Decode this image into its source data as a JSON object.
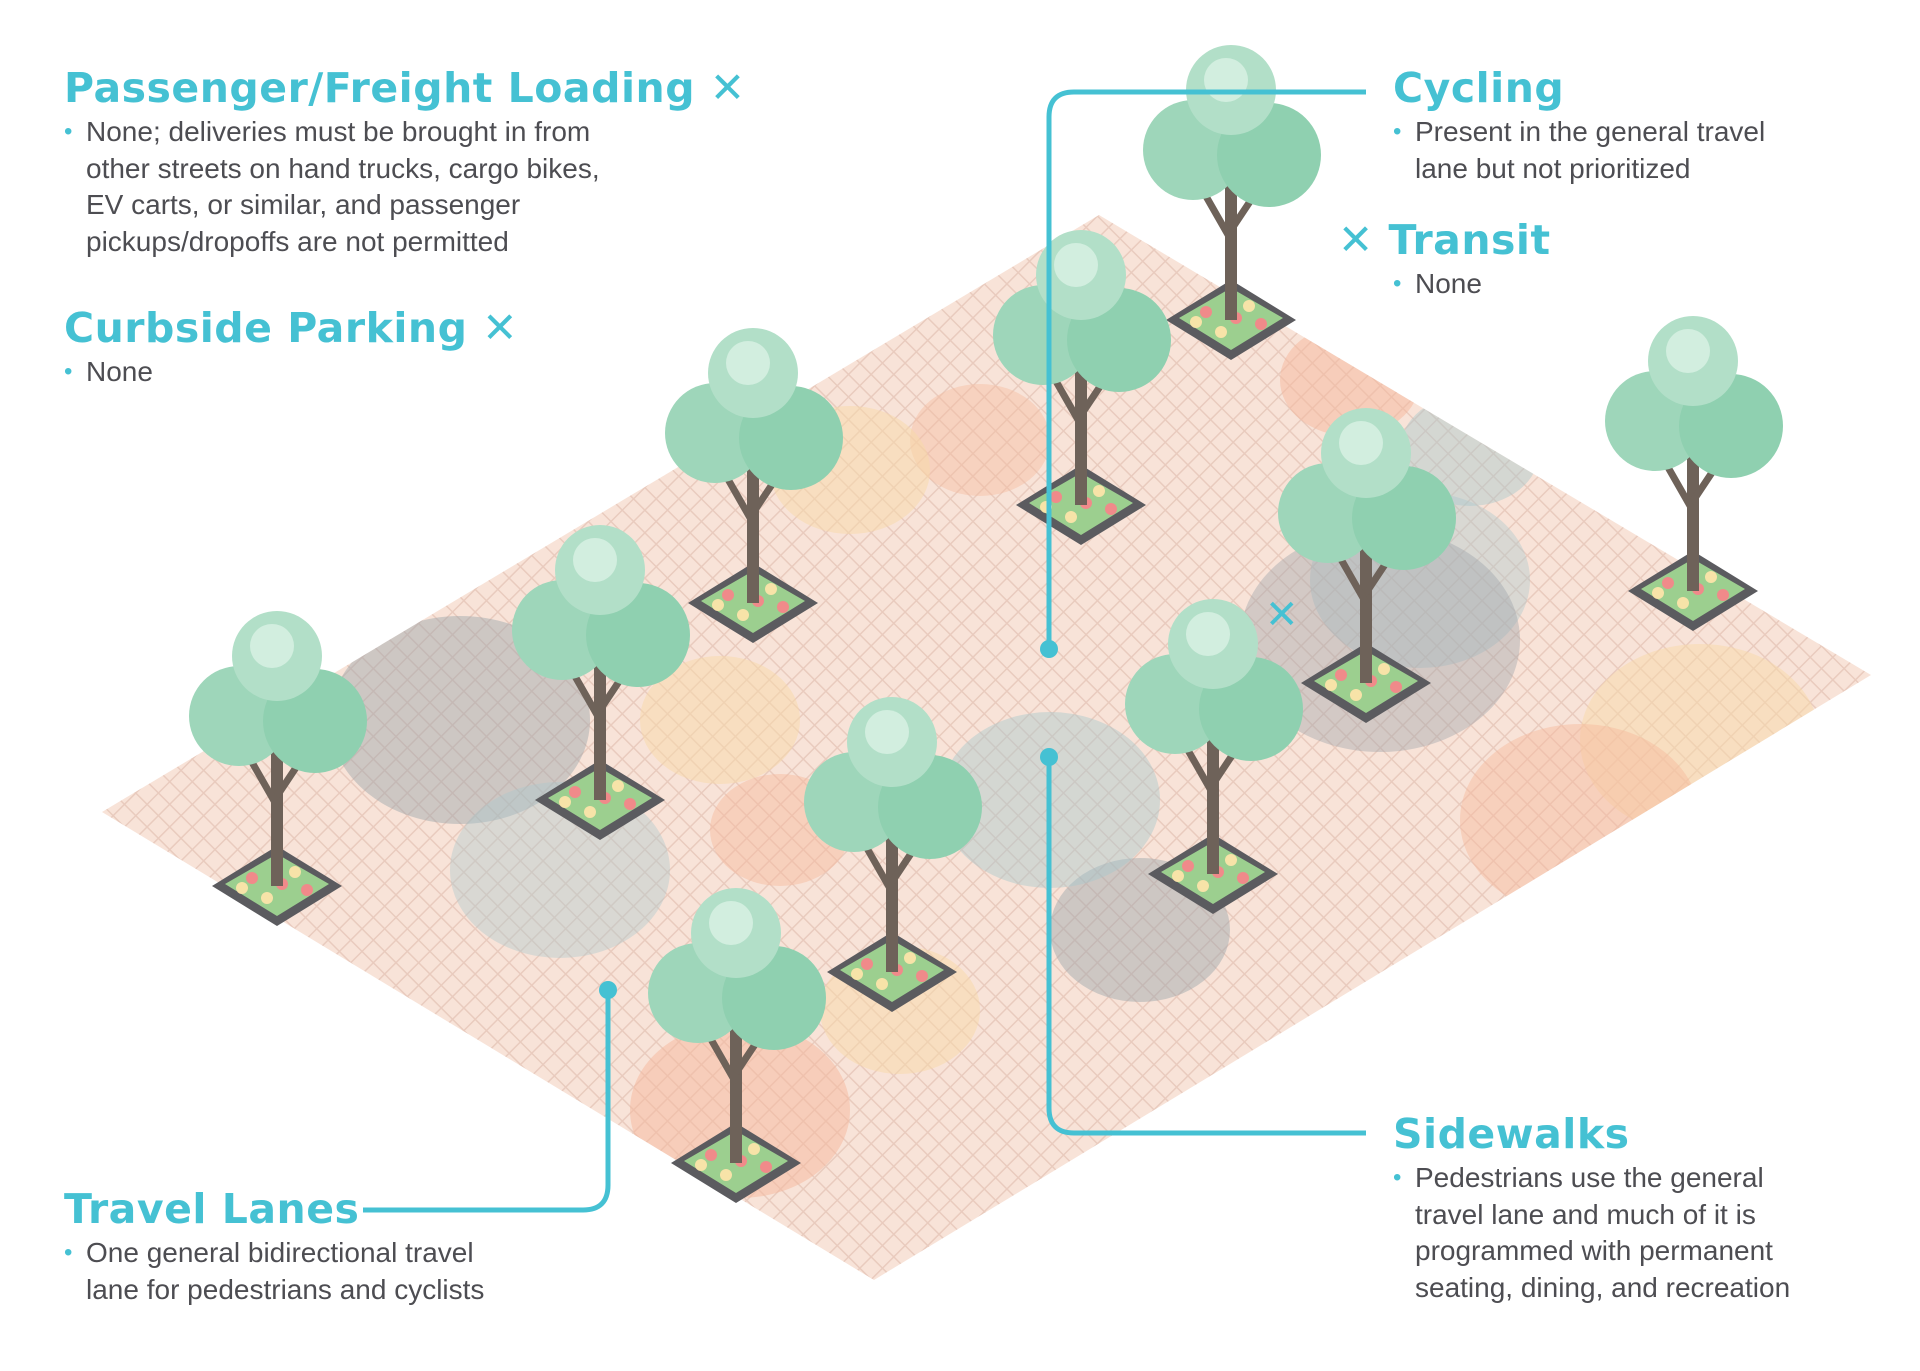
{
  "colors": {
    "accent": "#45C1D3",
    "text": "#4d4d52",
    "pavement": "#F7DCD0",
    "tree": "#8FD0B0",
    "trunk": "#6E6259",
    "planter": "#5b5b5f"
  },
  "sections": {
    "loading": {
      "title": "Passenger/Freight Loading",
      "status_icon": "x-icon",
      "lines": [
        "None; deliveries must be brought in from",
        "other streets on hand trucks, cargo bikes,",
        "EV carts, or similar, and passenger",
        "pickups/dropoffs are not permitted"
      ]
    },
    "parking": {
      "title": "Curbside Parking",
      "status_icon": "x-icon",
      "lines": [
        "None"
      ]
    },
    "cycling": {
      "title": "Cycling",
      "lines": [
        "Present in the general travel",
        "lane but not prioritized"
      ]
    },
    "transit": {
      "title": "Transit",
      "status_icon": "x-icon",
      "lines": [
        "None"
      ]
    },
    "travel_lanes": {
      "title": "Travel Lanes",
      "lines": [
        "One general bidirectional travel",
        "lane for pedestrians and cyclists"
      ]
    },
    "sidewalks": {
      "title": "Sidewalks",
      "lines": [
        "Pedestrians use the general",
        "travel lane and much of it is",
        "programmed with permanent",
        "seating, dining, and recreation"
      ]
    }
  },
  "symbols": {
    "x": "✕",
    "bullet": "•"
  }
}
